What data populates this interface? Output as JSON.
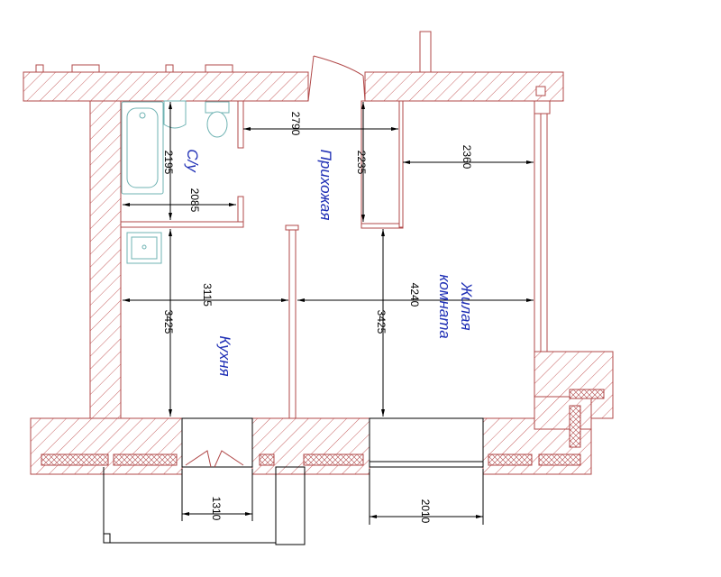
{
  "rooms": {
    "bathroom": "С/у",
    "hallway": "Прихожая",
    "kitchen": "Кухня",
    "living_line1": "Жилая",
    "living_line2": "комната"
  },
  "dimensions": {
    "hall_width": "2790",
    "bath_height": "2195",
    "hall_height": "2235",
    "living_top_width": "2360",
    "bath_width": "2085",
    "kitchen_width": "3115",
    "living_width": "4240",
    "kitchen_height": "3425",
    "living_height": "3425",
    "kitchen_window": "1310",
    "living_window": "2010"
  },
  "colors": {
    "wall_stroke": "#b04848",
    "hatch": "#c86464",
    "fixture": "#6fb3b3",
    "line": "#000000",
    "room_label": "#1f2fb5"
  }
}
